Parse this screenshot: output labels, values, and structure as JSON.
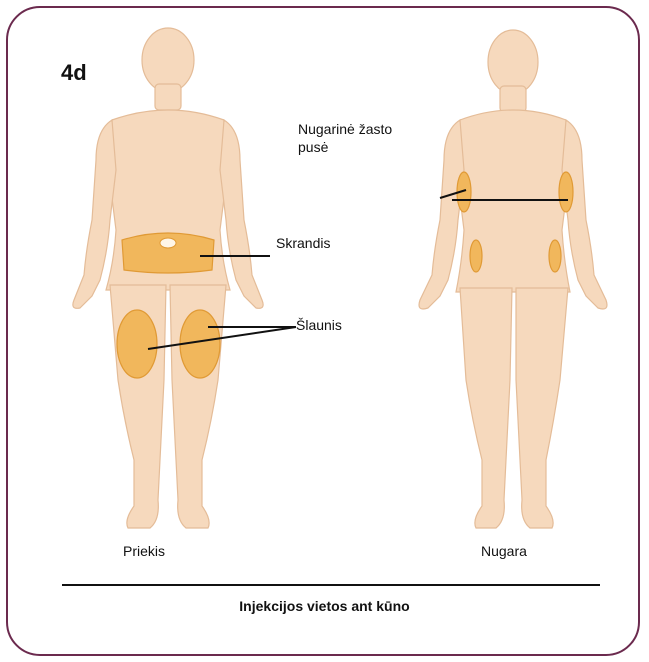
{
  "panel_label": "4d",
  "labels": {
    "back_of_arm": "Nugarinė žasto pusė",
    "stomach": "Skrandis",
    "thigh": "Šlaunis",
    "front": "Priekis",
    "back": "Nugara"
  },
  "caption": "Injekcijos vietos ant kūno",
  "colors": {
    "skin": "#f6d9bd",
    "skin_outline": "#e4bc98",
    "injection_area": "#f1b75c",
    "injection_outline": "#e09a35",
    "frame": "#6b2a4e",
    "pointer_line": "#111111"
  }
}
